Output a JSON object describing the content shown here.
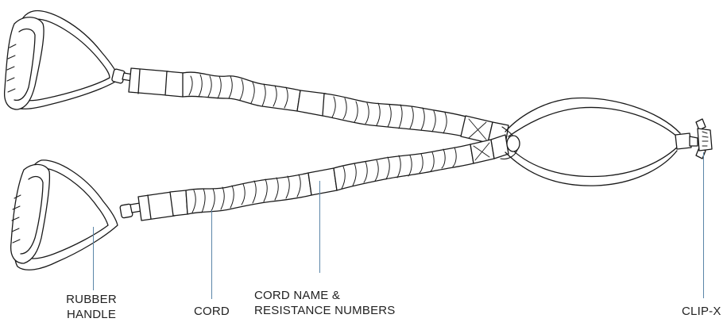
{
  "labels": {
    "rubber_handle_line1": "RUBBER",
    "rubber_handle_line2": "HANDLE",
    "cord": "CORD",
    "cord_name_line1": "CORD NAME &",
    "cord_name_line2": "RESISTANCE NUMBERS",
    "clip": "CLIP-X"
  },
  "colors": {
    "stroke": "#1a1a1a",
    "fill": "#ffffff",
    "leader": "#5b86a8",
    "text": "#222222"
  }
}
